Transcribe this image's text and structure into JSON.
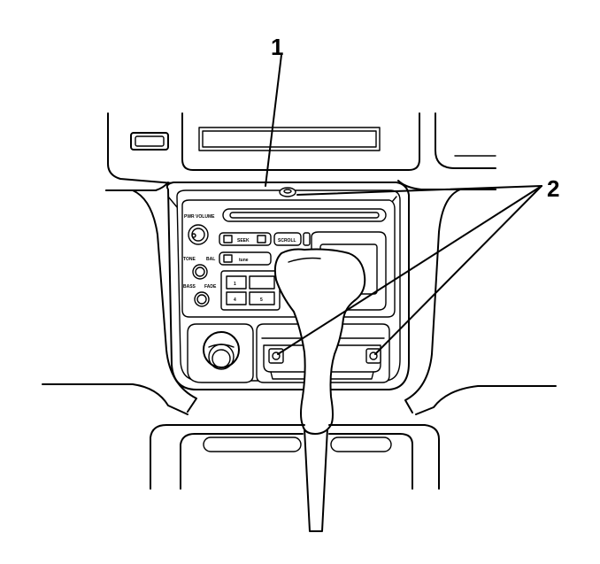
{
  "callouts": [
    {
      "id": "1",
      "label": "1"
    },
    {
      "id": "2",
      "label": "2"
    }
  ],
  "radio": {
    "volume_label": "PWR VOLUME",
    "tone_label": "TONE",
    "bal_label": "BAL",
    "bass_label": "BASS",
    "fade_label": "FADE",
    "seek_label": "SEEK",
    "scroll_label": "SCROLL",
    "tune_label": "tune",
    "preset_1": "1",
    "preset_4": "4",
    "preset_5": "5"
  }
}
